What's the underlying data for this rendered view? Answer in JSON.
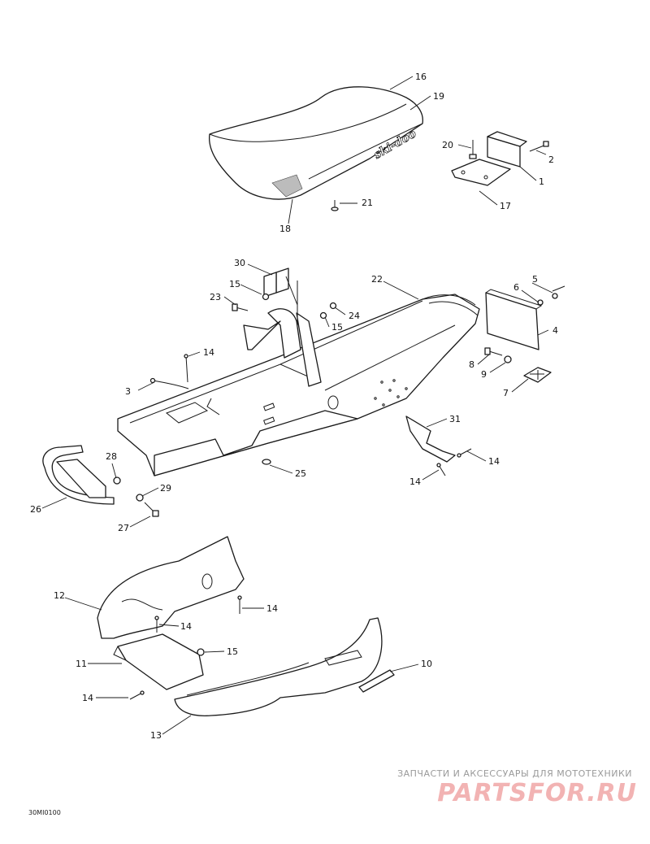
{
  "seat_brand": "ski-doo",
  "drawing_code": "30MI0100",
  "watermark": {
    "tagline": "ЗАПЧАСТИ И АКСЕССУАРЫ ДЛЯ МОТОТЕХНИКИ",
    "logo": "PARTSFOR.RU",
    "color": "#f2b3b3"
  },
  "callouts": [
    "1",
    "2",
    "3",
    "4",
    "5",
    "6",
    "7",
    "8",
    "9",
    "10",
    "11",
    "12",
    "13",
    "14",
    "15",
    "16",
    "17",
    "18",
    "19",
    "20",
    "21",
    "22",
    "23",
    "24",
    "25",
    "26",
    "27",
    "28",
    "29",
    "30",
    "31"
  ]
}
